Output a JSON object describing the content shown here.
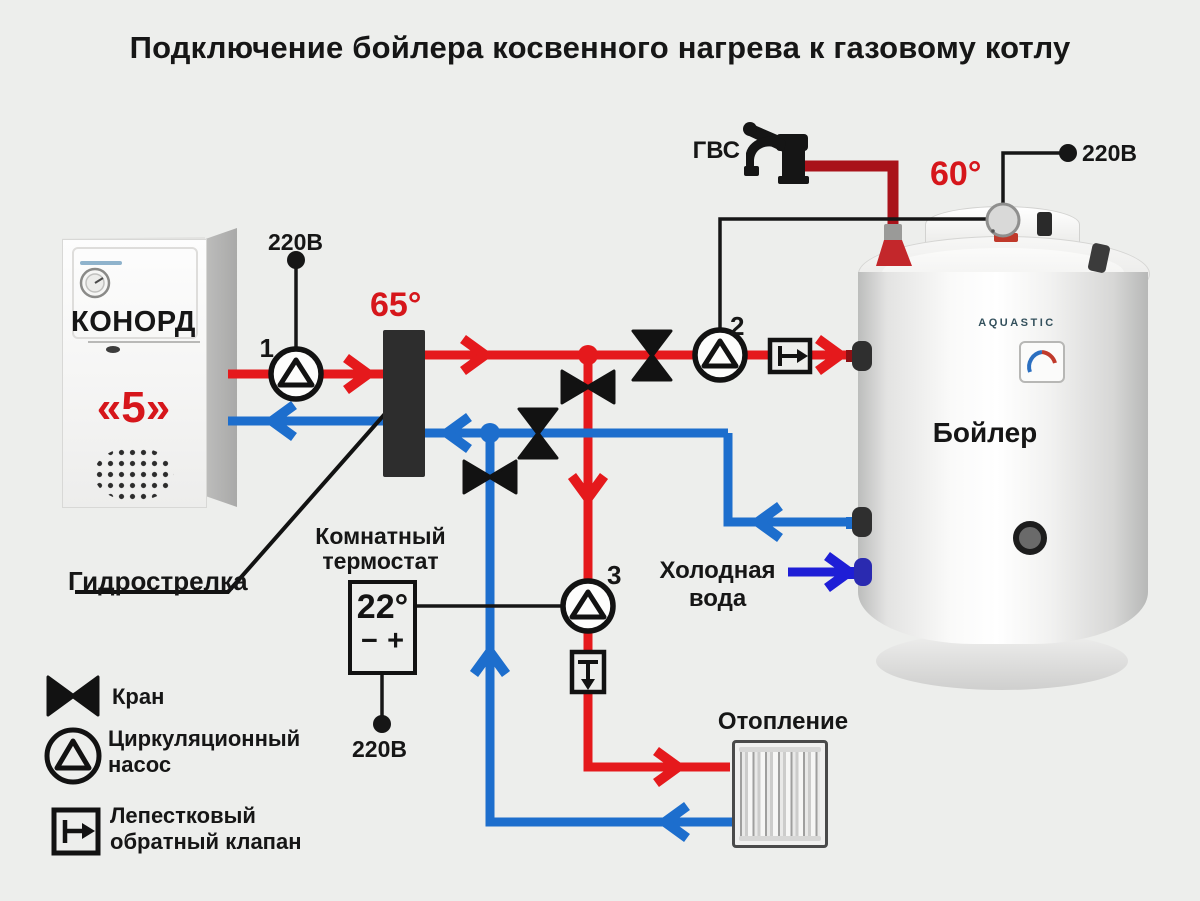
{
  "title": "Подключение бойлера косвенного нагрева к газовому котлу",
  "colors": {
    "background": "#edeeec",
    "supply_red": "#e5191c",
    "dhw_dark_red": "#a9121a",
    "return_blue": "#1d6ecd",
    "cold_water_blue": "#1e1ed6",
    "symbol_black": "#121212",
    "accent_red_text": "#d6161b"
  },
  "gas_boiler": {
    "brand": "КОНОРД",
    "model": "«5»"
  },
  "separator": {
    "temp": "65°",
    "label": "Гидрострелка"
  },
  "dhw": {
    "label": "ГВС",
    "temp": "60°"
  },
  "power": {
    "pump1": "220В",
    "boiler": "220В",
    "thermostat": "220В"
  },
  "pumps": {
    "p1": "1",
    "p2": "2",
    "p3": "3"
  },
  "thermostat": {
    "label": "Комнатный термостат",
    "temp": "22°",
    "minus": "−",
    "plus": "+"
  },
  "tank": {
    "brand": "AQUASTIC",
    "label": "Бойлер"
  },
  "cold_water_label": "Холодная вода",
  "heating_label": "Отопление",
  "legend": {
    "valve": "Кран",
    "pump": "Циркуляционный насос",
    "check_valve": "Лепестковый обратный клапан"
  }
}
